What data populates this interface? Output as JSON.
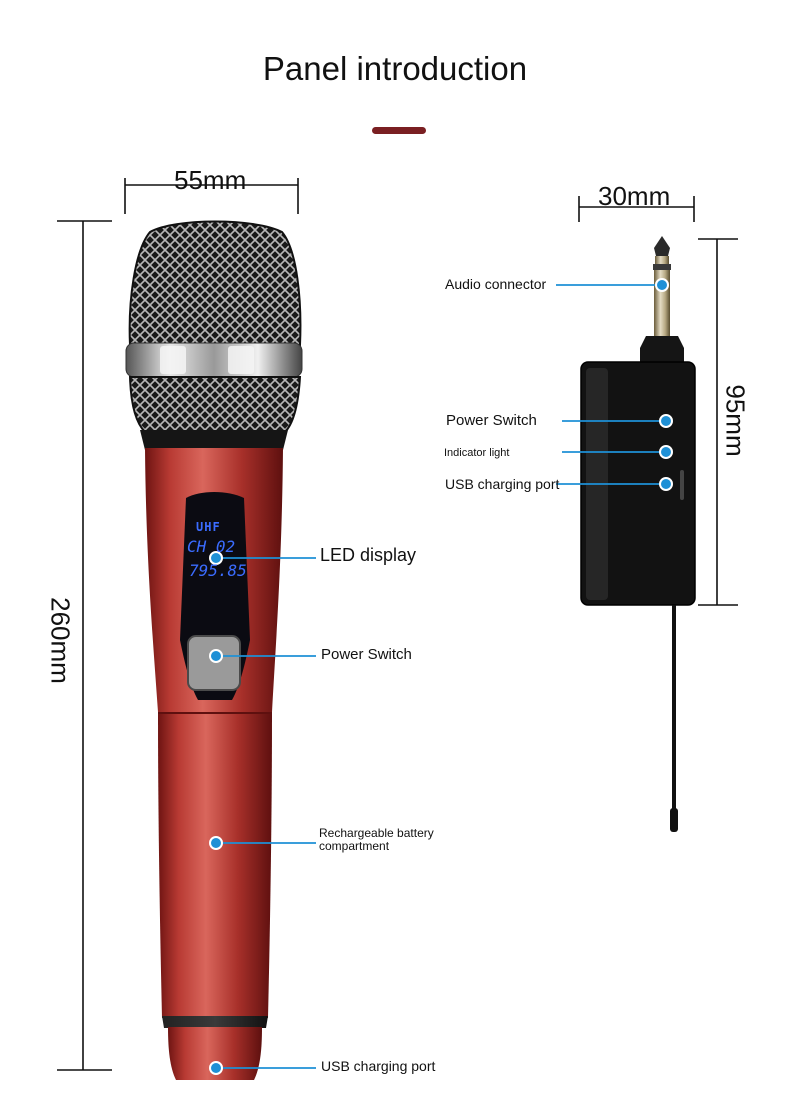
{
  "title": "Panel introduction",
  "colors": {
    "accent_bar": "#7a1f22",
    "callout_line": "#1e90d6",
    "mic_body": "#b02a26"
  },
  "microphone": {
    "width_dim": "55mm",
    "height_dim": "260mm",
    "display": {
      "band": "UHF",
      "channel": "CH 02",
      "frequency": "795.85"
    },
    "callouts": {
      "led_display": "LED display",
      "power_switch": "Power Switch",
      "battery_line1": "Rechargeable battery",
      "battery_line2": "compartment",
      "usb_port": "USB charging port"
    }
  },
  "receiver": {
    "width_dim": "30mm",
    "height_dim": "95mm",
    "callouts": {
      "audio_connector": "Audio connector",
      "power_switch": "Power Switch",
      "indicator_light": "Indicator light",
      "usb_port": "USB charging port"
    }
  }
}
